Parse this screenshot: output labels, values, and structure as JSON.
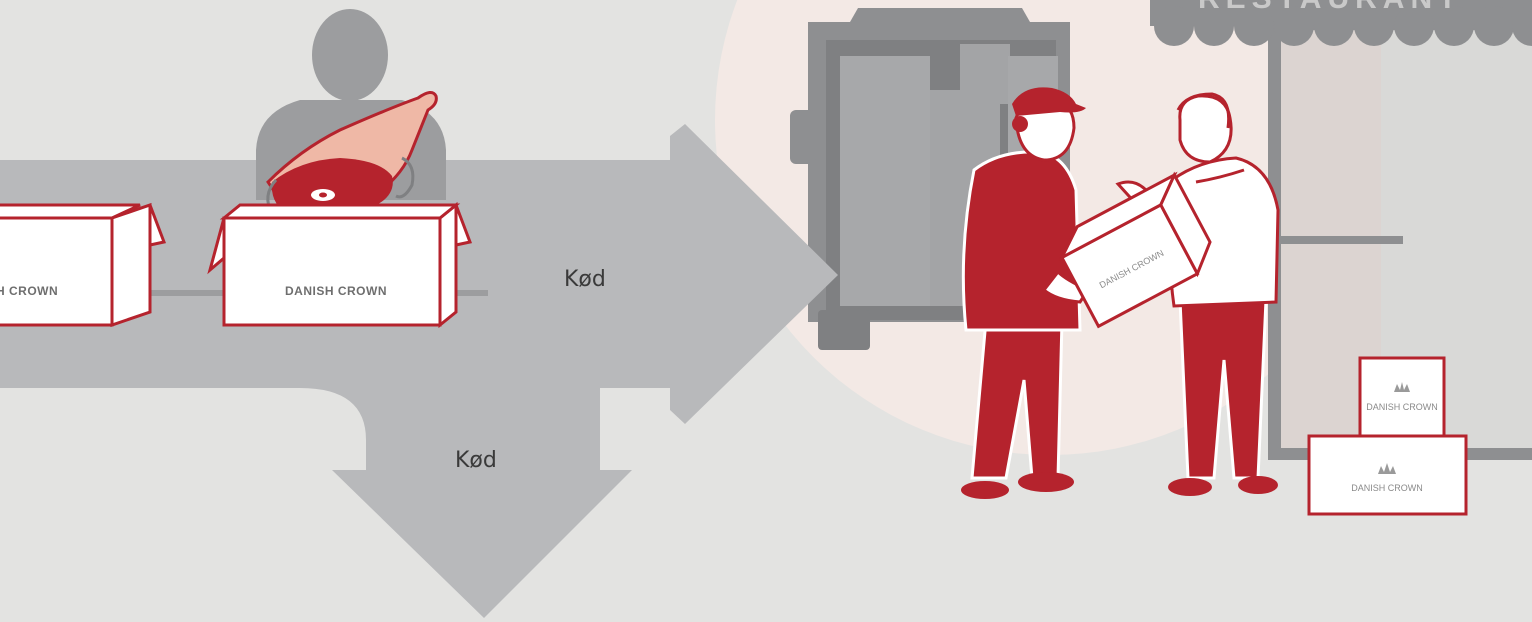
{
  "flow": {
    "arrow_right_label": "Kød",
    "arrow_down_label": "Kød"
  },
  "boxes": {
    "left_box_brand": "H CROWN",
    "center_box_brand": "DANISH CROWN",
    "carried_box_brand": "DANISH CROWN",
    "stack_top_brand": "DANISH CROWN",
    "stack_bottom_brand": "DANISH CROWN"
  },
  "restaurant": {
    "sign_text": "RESTAURANT"
  },
  "colors": {
    "background": "#e3e3e1",
    "arrow": "#b8b9bb",
    "brand_red": "#b5232d",
    "truck": "#8e8f91",
    "worker_silhouette": "#9c9d9f",
    "halo": "#f3e9e5"
  },
  "icons": [
    "crown-icon",
    "ham-icon",
    "truck-icon",
    "person-icon",
    "box-icon",
    "awning-icon"
  ]
}
